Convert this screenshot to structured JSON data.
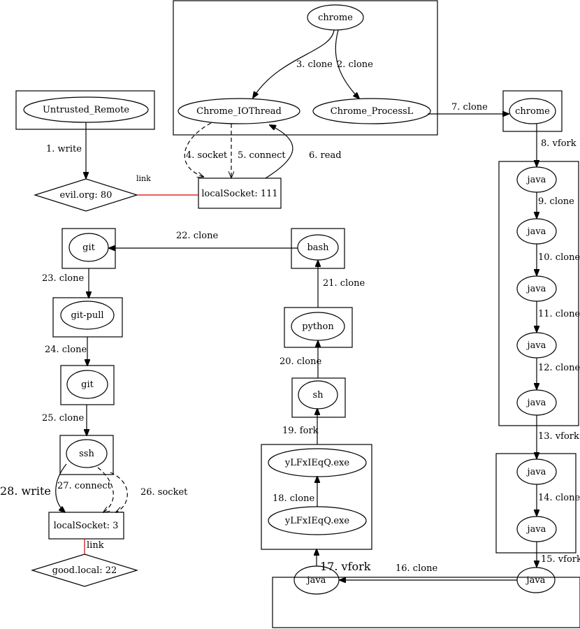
{
  "nodes": {
    "chrome_top": "chrome",
    "chrome_io": "Chrome_IOThread",
    "chrome_proc": "Chrome_ProcessL",
    "untrusted": "Untrusted_Remote",
    "evil": "evil.org: 80",
    "localsocket111": "localSocket: 111",
    "chrome_right": "chrome",
    "java1": "java",
    "java2": "java",
    "java3": "java",
    "java4": "java",
    "java5": "java",
    "java6": "java",
    "java7": "java",
    "java_bottom_right": "java",
    "java_bottom_left": "java",
    "exe_bottom": "yLFxIEqQ.exe",
    "exe_top": "yLFxIEqQ.exe",
    "sh": "sh",
    "python": "python",
    "bash": "bash",
    "git1": "git",
    "gitpull": "git-pull",
    "git2": "git",
    "ssh": "ssh",
    "localsocket3": "localSocket: 3",
    "good": "good.local: 22"
  },
  "edges": {
    "e1": "1. write",
    "e2": "2. clone",
    "e3": "3. clone",
    "e4": "4. socket",
    "e5": "5. connect",
    "e6": "6. read",
    "e7": "7. clone",
    "e8": "8. vfork",
    "e9": "9. clone",
    "e10": "10. clone",
    "e11": "11. clone",
    "e12": "12. clone",
    "e13": "13. vfork",
    "e14": "14. clone",
    "e15": "15. vfork",
    "e16": "16. clone",
    "e17": "17. vfork",
    "e18": "18. clone",
    "e19": "19. fork",
    "e20": "20. clone",
    "e21": "21. clone",
    "e22": "22. clone",
    "e23": "23. clone",
    "e24": "24. clone",
    "e25": "25. clone",
    "e26": "26. socket",
    "e27": "27. connect",
    "e28": "28. write",
    "link1": "link",
    "link2": "link"
  }
}
